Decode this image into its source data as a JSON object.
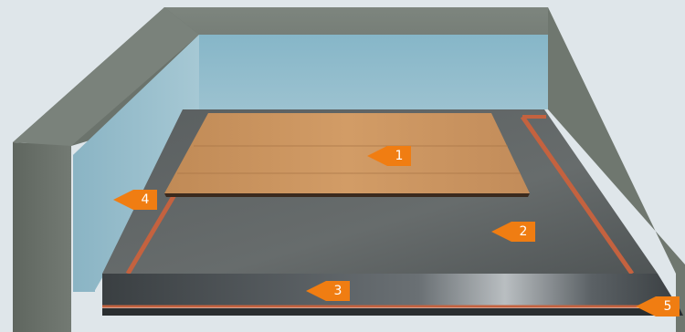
{
  "diagram": {
    "markers": [
      {
        "id": "m1",
        "number": "1"
      },
      {
        "id": "m2",
        "number": "2"
      },
      {
        "id": "m3",
        "number": "3"
      },
      {
        "id": "m4",
        "number": "4"
      },
      {
        "id": "m5",
        "number": "5"
      }
    ],
    "colors": {
      "background": "#dfe6ea",
      "concrete": "#6e766f",
      "concrete_dark": "#4f5650",
      "insulation": "#8fb8c9",
      "screed": "#585d5e",
      "membrane_edge": "#c4623f",
      "wood": "#c8935f",
      "marker": "#f07d12"
    }
  }
}
